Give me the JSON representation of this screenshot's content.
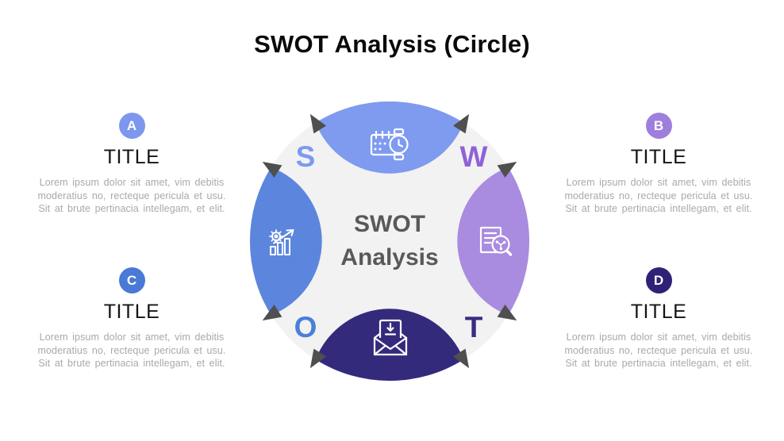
{
  "title": "SWOT Analysis (Circle)",
  "diagram": {
    "center_label_line1": "SWOT",
    "center_label_line2": "Analysis",
    "circle_color": "#F2F2F2",
    "center_text_color": "#595959",
    "tip_arrow_color": "#4F4F4F",
    "icon_stroke_color": "#FFFFFF",
    "segments": [
      {
        "letter": "S",
        "position": "top",
        "letter_color": "#7D9AF0",
        "lens_color": "#7E9BEF",
        "icon": "calendar-clock-icon"
      },
      {
        "letter": "W",
        "position": "right",
        "letter_color": "#8F62D8",
        "lens_color": "#A98BE0",
        "icon": "document-search-icon"
      },
      {
        "letter": "T",
        "position": "bottom",
        "letter_color": "#3B2B80",
        "lens_color": "#342A7C",
        "icon": "mail-download-icon"
      },
      {
        "letter": "O",
        "position": "left",
        "letter_color": "#4B7FD9",
        "lens_color": "#5C86DE",
        "icon": "gear-growth-chart-icon"
      }
    ]
  },
  "cards": [
    {
      "badge": "A",
      "badge_color": "#7D96EE",
      "title": "TITLE",
      "body_line1": "Lorem ipsum dolor sit amet, vim debitis",
      "body_line2": "moderatius no, recteque pericula et usu.",
      "body_line3": "Sit at brute pertinacia intellegam, et elit."
    },
    {
      "badge": "B",
      "badge_color": "#9F7FDD",
      "title": "TITLE",
      "body_line1": "Lorem ipsum dolor sit amet, vim debitis",
      "body_line2": "moderatius no, recteque pericula et usu.",
      "body_line3": "Sit at brute pertinacia intellegam, et elit."
    },
    {
      "badge": "C",
      "badge_color": "#4A79D6",
      "title": "TITLE",
      "body_line1": "Lorem ipsum dolor sit amet, vim debitis",
      "body_line2": "moderatius no, recteque pericula et usu.",
      "body_line3": "Sit at brute pertinacia intellegam, et elit."
    },
    {
      "badge": "D",
      "badge_color": "#2F2276",
      "title": "TITLE",
      "body_line1": "Lorem ipsum dolor sit amet, vim debitis",
      "body_line2": "moderatius no, recteque pericula et usu.",
      "body_line3": "Sit at brute pertinacia intellegam, et elit."
    }
  ]
}
